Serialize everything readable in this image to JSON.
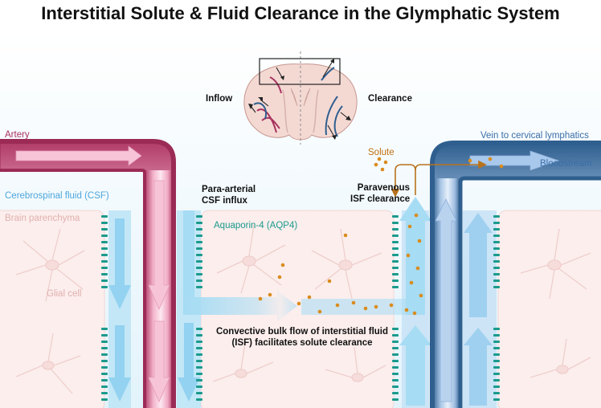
{
  "title": "Interstitial Solute & Fluid Clearance in the Glymphatic System",
  "labels": {
    "inflow": "Inflow",
    "clearance": "Clearance",
    "artery": "Artery",
    "vein": "Vein to cervical lymphatics",
    "csf": "Cerebrospinal fluid (CSF)",
    "parenchyma": "Brain parenchyma",
    "glial_cell": "Glial cell",
    "para_arterial_line1": "Para-arterial",
    "para_arterial_line2": "CSF influx",
    "aqp4": "Aquaporin-4 (AQP4)",
    "solute": "Solute",
    "paravenous_line1": "Paravenous",
    "paravenous_line2": "ISF clearance",
    "bloodstream": "Bloodstream",
    "convective_line1": "Convective bulk flow of interstitial fluid",
    "convective_line2": "(ISF) facilitates solute clearance"
  },
  "colors": {
    "artery": "#a8325e",
    "vein": "#2f5f8f",
    "csf": "#a6dcf4",
    "aqp4": "#1b9a8c",
    "solute": "#d98c1e",
    "parenchyma_text": "#e2b0ae",
    "csf_text": "#4da6dc",
    "vein_text": "#3b6fa8",
    "solute_text": "#c06f10"
  }
}
